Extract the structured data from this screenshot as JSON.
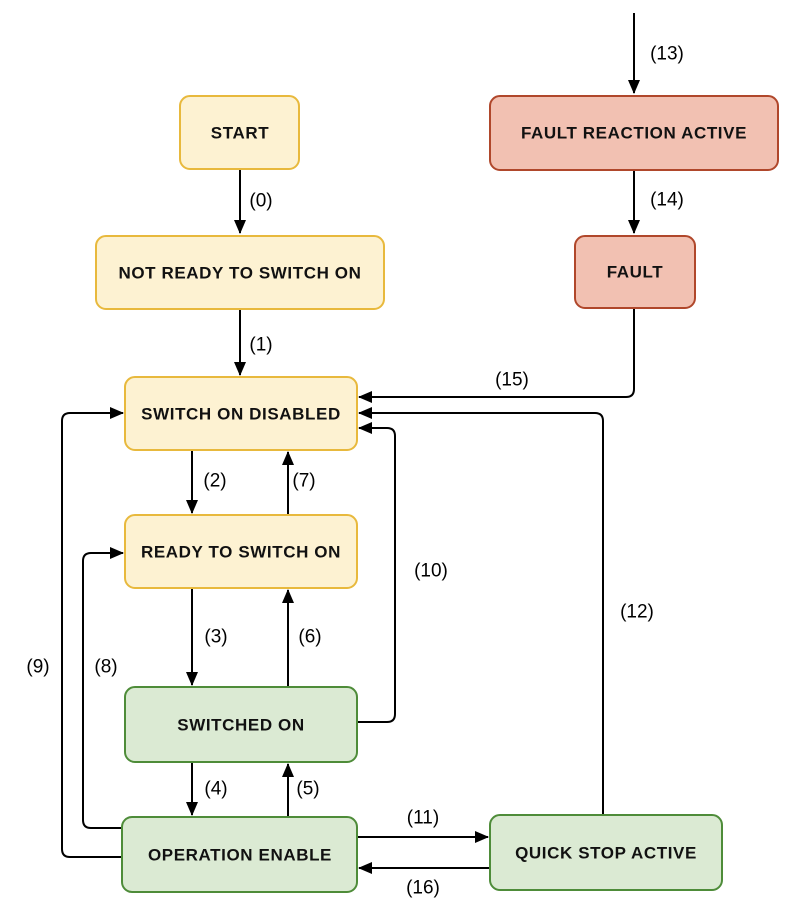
{
  "diagram": {
    "background": "#ffffff",
    "line_color": "#000000",
    "node_styles": {
      "yellow": {
        "fill": "#FDF2D2",
        "stroke": "#E8B93D"
      },
      "red": {
        "fill": "#F2C1B2",
        "stroke": "#B0472B"
      },
      "green": {
        "fill": "#DBEAD3",
        "stroke": "#4E8C39"
      }
    },
    "nodes": [
      {
        "id": "start",
        "label": "START",
        "style": "yellow"
      },
      {
        "id": "not-ready-to-switch-on",
        "label": "NOT READY TO SWITCH ON",
        "style": "yellow"
      },
      {
        "id": "switch-on-disabled",
        "label": "SWITCH ON DISABLED",
        "style": "yellow"
      },
      {
        "id": "ready-to-switch-on",
        "label": "READY TO SWITCH ON",
        "style": "yellow"
      },
      {
        "id": "switched-on",
        "label": "SWITCHED ON",
        "style": "green"
      },
      {
        "id": "operation-enable",
        "label": "OPERATION ENABLE",
        "style": "green"
      },
      {
        "id": "quick-stop-active",
        "label": "QUICK STOP ACTIVE",
        "style": "green"
      },
      {
        "id": "fault-reaction-active",
        "label": "FAULT REACTION ACTIVE",
        "style": "red"
      },
      {
        "id": "fault",
        "label": "FAULT",
        "style": "red"
      }
    ],
    "transitions": [
      {
        "label": "(0)",
        "from": "start",
        "to": "not-ready-to-switch-on"
      },
      {
        "label": "(1)",
        "from": "not-ready-to-switch-on",
        "to": "switch-on-disabled"
      },
      {
        "label": "(2)",
        "from": "switch-on-disabled",
        "to": "ready-to-switch-on"
      },
      {
        "label": "(3)",
        "from": "ready-to-switch-on",
        "to": "switched-on"
      },
      {
        "label": "(4)",
        "from": "switched-on",
        "to": "operation-enable"
      },
      {
        "label": "(5)",
        "from": "operation-enable",
        "to": "switched-on"
      },
      {
        "label": "(6)",
        "from": "switched-on",
        "to": "ready-to-switch-on"
      },
      {
        "label": "(7)",
        "from": "ready-to-switch-on",
        "to": "switch-on-disabled"
      },
      {
        "label": "(8)",
        "from": "operation-enable",
        "to": "ready-to-switch-on"
      },
      {
        "label": "(9)",
        "from": "operation-enable",
        "to": "switch-on-disabled"
      },
      {
        "label": "(10)",
        "from": "switched-on",
        "to": "switch-on-disabled"
      },
      {
        "label": "(11)",
        "from": "operation-enable",
        "to": "quick-stop-active"
      },
      {
        "label": "(12)",
        "from": "quick-stop-active",
        "to": "switch-on-disabled"
      },
      {
        "label": "(13)",
        "from": null,
        "to": "fault-reaction-active"
      },
      {
        "label": "(14)",
        "from": "fault-reaction-active",
        "to": "fault"
      },
      {
        "label": "(15)",
        "from": "fault",
        "to": "switch-on-disabled"
      },
      {
        "label": "(16)",
        "from": "quick-stop-active",
        "to": "operation-enable"
      }
    ]
  }
}
